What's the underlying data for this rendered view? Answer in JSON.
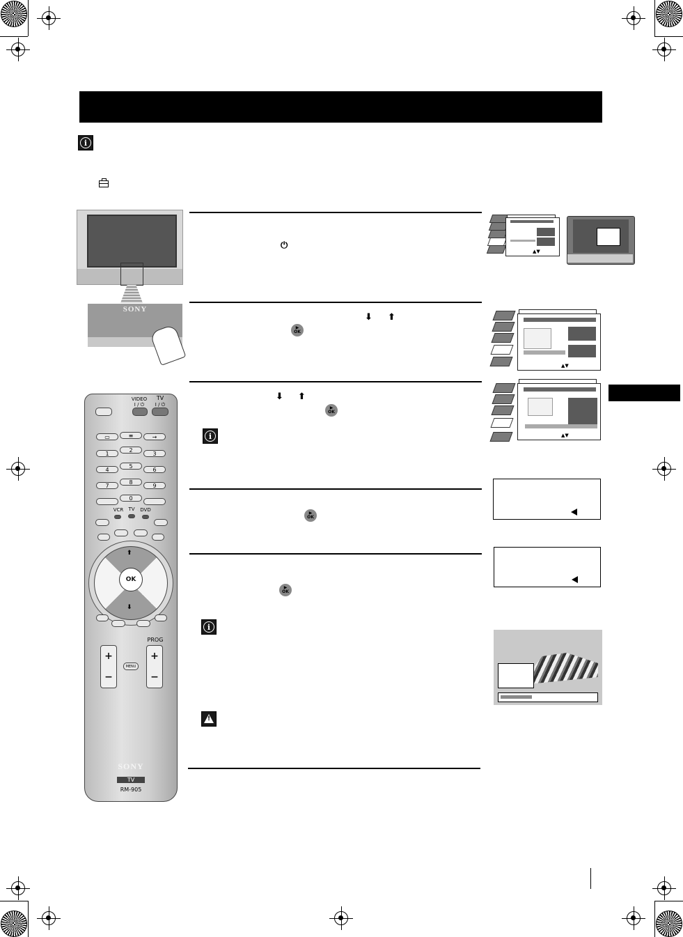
{
  "remote": {
    "video_label": "VIDEO",
    "tv_label": "TV",
    "power_glyph": "I / ⏻",
    "row1": [
      "▭",
      "≡",
      "→"
    ],
    "keys": [
      "1",
      "2",
      "3",
      "4",
      "5",
      "6",
      "7",
      "8",
      "9",
      "0"
    ],
    "mode_labels": [
      "VCR",
      "TV",
      "DVD"
    ],
    "ok_label": "OK",
    "menu_label": "MENU",
    "prog_label": "PROG",
    "plus": "+",
    "minus": "−",
    "brand": "SONY",
    "model_tv": "TV",
    "model": "RM-905"
  },
  "tv_panel": {
    "brand": "SONY"
  },
  "glyphs": {
    "power": "⏻",
    "down": "⬇",
    "up": "⬆",
    "ok": "OK",
    "menu_arrows": "▲▼"
  },
  "icons": {
    "info": "information-icon",
    "warning": "warning-triangle-icon",
    "toolbox": "toolbox-icon"
  }
}
